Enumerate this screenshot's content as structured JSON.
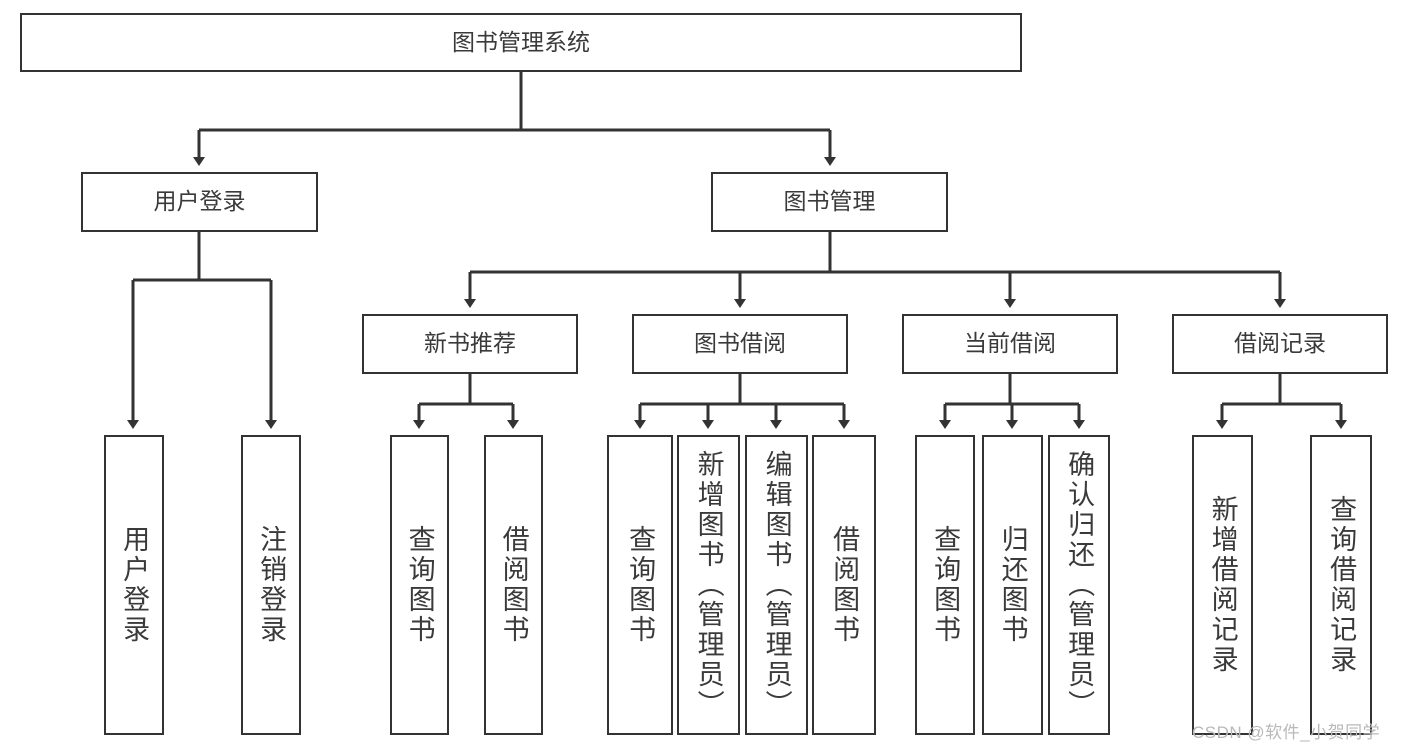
{
  "diagram": {
    "type": "tree",
    "title": "图书管理系统",
    "levels": [
      {
        "level": 1,
        "nodes": [
          {
            "id": "root",
            "label": "图书管理系统",
            "orientation": "horizontal"
          }
        ]
      },
      {
        "level": 2,
        "nodes": [
          {
            "id": "user-login",
            "label": "用户登录",
            "orientation": "horizontal"
          },
          {
            "id": "book-manage",
            "label": "图书管理",
            "orientation": "horizontal"
          }
        ]
      },
      {
        "level": 3,
        "nodes": [
          {
            "id": "new-book-recommend",
            "label": "新书推荐",
            "orientation": "horizontal"
          },
          {
            "id": "book-borrow",
            "label": "图书借阅",
            "orientation": "horizontal"
          },
          {
            "id": "current-borrow",
            "label": "当前借阅",
            "orientation": "horizontal"
          },
          {
            "id": "borrow-record",
            "label": "借阅记录",
            "orientation": "horizontal"
          }
        ]
      },
      {
        "level": 4,
        "nodes": [
          {
            "id": "leaf-user-login",
            "label": "用户登录",
            "orientation": "vertical"
          },
          {
            "id": "leaf-logout-login",
            "label": "注销登录",
            "orientation": "vertical"
          },
          {
            "id": "leaf-query-book-1",
            "label": "查询图书",
            "orientation": "vertical"
          },
          {
            "id": "leaf-borrow-book-1",
            "label": "借阅图书",
            "orientation": "vertical"
          },
          {
            "id": "leaf-query-book-2",
            "label": "查询图书",
            "orientation": "vertical"
          },
          {
            "id": "leaf-add-book",
            "label": "新增图书（管理员）",
            "orientation": "vertical"
          },
          {
            "id": "leaf-edit-book",
            "label": "编辑图书（管理员）",
            "orientation": "vertical"
          },
          {
            "id": "leaf-borrow-book-2",
            "label": "借阅图书",
            "orientation": "vertical"
          },
          {
            "id": "leaf-query-book-3",
            "label": "查询图书",
            "orientation": "vertical"
          },
          {
            "id": "leaf-return-book",
            "label": "归还图书",
            "orientation": "vertical"
          },
          {
            "id": "leaf-confirm-return",
            "label": "确认归还（管理员）",
            "orientation": "vertical"
          },
          {
            "id": "leaf-add-record",
            "label": "新增借阅记录",
            "orientation": "vertical"
          },
          {
            "id": "leaf-query-record",
            "label": "查询借阅记录",
            "orientation": "vertical"
          }
        ]
      }
    ],
    "edges": [
      {
        "from": "root",
        "to": "user-login"
      },
      {
        "from": "root",
        "to": "book-manage"
      },
      {
        "from": "user-login",
        "to": "leaf-user-login"
      },
      {
        "from": "user-login",
        "to": "leaf-logout-login"
      },
      {
        "from": "book-manage",
        "to": "new-book-recommend"
      },
      {
        "from": "book-manage",
        "to": "book-borrow"
      },
      {
        "from": "book-manage",
        "to": "current-borrow"
      },
      {
        "from": "book-manage",
        "to": "borrow-record"
      },
      {
        "from": "new-book-recommend",
        "to": "leaf-query-book-1"
      },
      {
        "from": "new-book-recommend",
        "to": "leaf-borrow-book-1"
      },
      {
        "from": "book-borrow",
        "to": "leaf-query-book-2"
      },
      {
        "from": "book-borrow",
        "to": "leaf-add-book"
      },
      {
        "from": "book-borrow",
        "to": "leaf-edit-book"
      },
      {
        "from": "book-borrow",
        "to": "leaf-borrow-book-2"
      },
      {
        "from": "current-borrow",
        "to": "leaf-query-book-3"
      },
      {
        "from": "current-borrow",
        "to": "leaf-return-book"
      },
      {
        "from": "current-borrow",
        "to": "leaf-confirm-return"
      },
      {
        "from": "borrow-record",
        "to": "leaf-add-record"
      },
      {
        "from": "borrow-record",
        "to": "leaf-query-record"
      }
    ],
    "colors": {
      "background": "#ffffff",
      "box_border": "#333333",
      "box_fill": "#ffffff",
      "text": "#3a3a3a",
      "connector": "#333333",
      "watermark": "#b9b9b9"
    }
  },
  "watermark": {
    "text": "CSDN @软件_小贺同学"
  }
}
